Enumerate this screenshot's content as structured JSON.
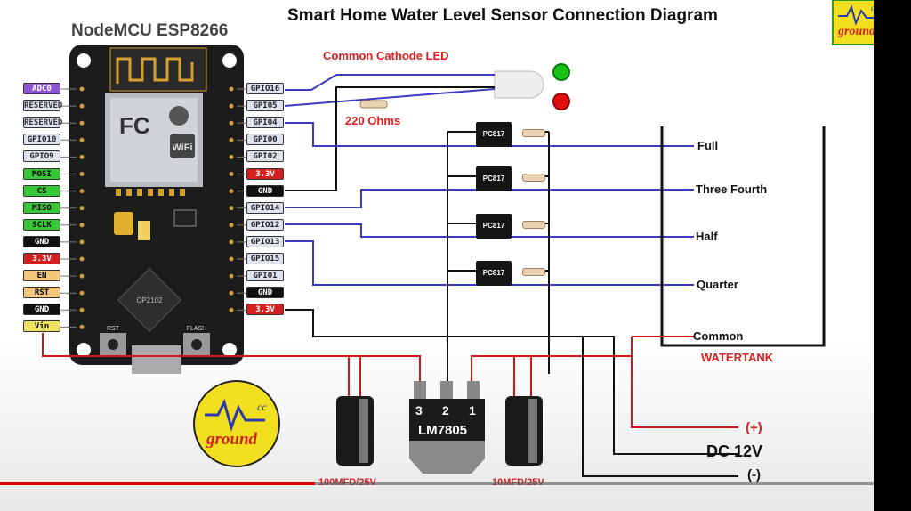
{
  "title": "Smart Home Water Level Sensor Connection Diagram",
  "board_name": "NodeMCU ESP8266",
  "board_chip_text": "WiFi",
  "left_pins": [
    {
      "label": "ADC0",
      "color": "#8e55d6",
      "text_color": "#fff"
    },
    {
      "label": "RESERVED",
      "color": "#dde3ee",
      "text_color": "#333"
    },
    {
      "label": "RESERVED",
      "color": "#dde3ee",
      "text_color": "#333"
    },
    {
      "label": "GPIO10",
      "color": "#dde3ee",
      "text_color": "#222"
    },
    {
      "label": "GPIO9",
      "color": "#dde3ee",
      "text_color": "#222"
    },
    {
      "label": "MOSI",
      "color": "#37c837",
      "text_color": "#000"
    },
    {
      "label": "CS",
      "color": "#37c837",
      "text_color": "#000"
    },
    {
      "label": "MISO",
      "color": "#37c837",
      "text_color": "#000"
    },
    {
      "label": "SCLK",
      "color": "#37c837",
      "text_color": "#000"
    },
    {
      "label": "GND",
      "color": "#111",
      "text_color": "#fff"
    },
    {
      "label": "3.3V",
      "color": "#d42020",
      "text_color": "#fff"
    },
    {
      "label": "EN",
      "color": "#f4c77a",
      "text_color": "#000"
    },
    {
      "label": "RST",
      "color": "#f4c77a",
      "text_color": "#000"
    },
    {
      "label": "GND",
      "color": "#111",
      "text_color": "#fff"
    },
    {
      "label": "Vin",
      "color": "#f0e060",
      "text_color": "#000"
    }
  ],
  "right_pins": [
    {
      "label": "GPIO16",
      "color": "#dde3ee",
      "text_color": "#222"
    },
    {
      "label": "GPIO5",
      "color": "#dde3ee",
      "text_color": "#222"
    },
    {
      "label": "GPIO4",
      "color": "#dde3ee",
      "text_color": "#222"
    },
    {
      "label": "GPIO0",
      "color": "#dde3ee",
      "text_color": "#222"
    },
    {
      "label": "GPIO2",
      "color": "#dde3ee",
      "text_color": "#222"
    },
    {
      "label": "3.3V",
      "color": "#d42020",
      "text_color": "#fff"
    },
    {
      "label": "GND",
      "color": "#111",
      "text_color": "#fff"
    },
    {
      "label": "GPIO14",
      "color": "#dde3ee",
      "text_color": "#222"
    },
    {
      "label": "GPIO12",
      "color": "#dde3ee",
      "text_color": "#222"
    },
    {
      "label": "GPIO13",
      "color": "#dde3ee",
      "text_color": "#222"
    },
    {
      "label": "GPIO15",
      "color": "#dde3ee",
      "text_color": "#222"
    },
    {
      "label": "GPIO1",
      "color": "#dde3ee",
      "text_color": "#222"
    },
    {
      "label": "GND",
      "color": "#111",
      "text_color": "#fff"
    },
    {
      "label": "3.3V",
      "color": "#d42020",
      "text_color": "#fff"
    }
  ],
  "led_label": "Common Cathode LED",
  "resistor_label": "220 Ohms",
  "optocoupler_label": "PC817",
  "levels": [
    "Full",
    "Three Fourth",
    "Half",
    "Quarter"
  ],
  "common_label": "Common",
  "tank_label": "WATERTANK",
  "regulator": {
    "name": "LM7805",
    "pins": [
      "3",
      "2",
      "1"
    ]
  },
  "capacitors": [
    "100MFD/25V",
    "10MFD/25V"
  ],
  "supply": {
    "plus": "(+)",
    "voltage": "DC 12V",
    "minus": "(-)"
  },
  "logo_text": "ground",
  "logo_small": "cc",
  "buttons": [
    "RST",
    "FLASH"
  ],
  "video_progress": 0.36,
  "colors": {
    "wire_blue": "#3b3bbf",
    "wire_red": "#d01818",
    "wire_black": "#111",
    "label_red": "#d42020",
    "logo_yellow": "#f2e020",
    "board": "#1c1c1c"
  }
}
